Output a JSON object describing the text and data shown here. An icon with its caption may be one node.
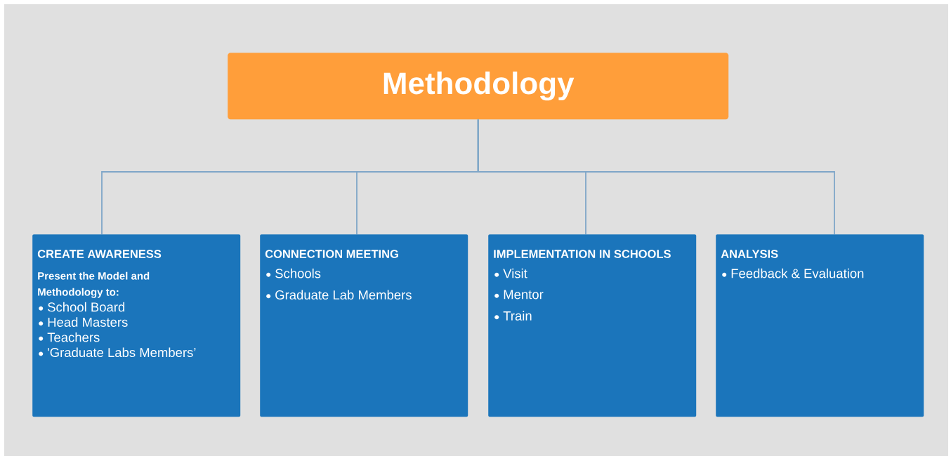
{
  "diagram": {
    "nodes": [
      {
        "text": [
          "Methodology"
        ]
      },
      {
        "text": [
          "CREATE AWARENESS",
          "Present the Model and Methodology to:",
          "School Board",
          "Head Masters",
          "Teachers",
          "'Graduate Labs Members’"
        ]
      },
      {
        "text": [
          "CONNECTION MEETING",
          "Schools",
          "Graduate Lab Members"
        ]
      },
      {
        "text": [
          "IMPLEMENTATION IN SCHOOLS",
          "Visit",
          "Mentor",
          "Train"
        ]
      },
      {
        "text": [
          "ANALYSIS",
          "Feedback & Evaluation"
        ]
      }
    ],
    "edges": [
      {
        "from": 0,
        "to": 1,
        "arrow": "none"
      },
      {
        "from": 0,
        "to": 2,
        "arrow": "none"
      },
      {
        "from": 0,
        "to": 3,
        "arrow": "none"
      },
      {
        "from": 0,
        "to": 4,
        "arrow": "none"
      }
    ]
  }
}
